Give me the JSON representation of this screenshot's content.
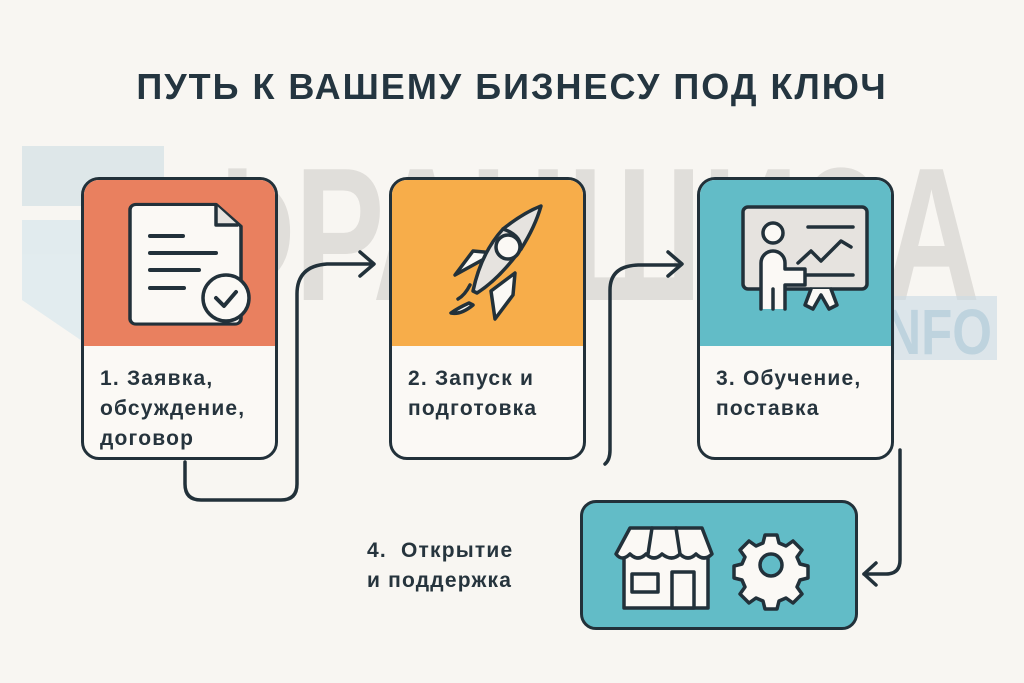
{
  "title": "ПУТЬ К ВАШЕМУ БИЗНЕСУ ПОД КЛЮЧ",
  "watermark": {
    "main": "ФРАНШИЗА",
    "sub": "INFO"
  },
  "steps": [
    {
      "number": "1",
      "label": "1. Заявка,\nобсуждение,\nдоговор",
      "lines": [
        "1. Заявка,",
        "обсуждение,",
        "договор"
      ],
      "icon": "document-check-icon",
      "color": "#e9805f"
    },
    {
      "number": "2",
      "label": "2. Запуск и подготовка",
      "lines": [
        "2. Запуск и",
        "подготовка"
      ],
      "icon": "rocket-icon",
      "color": "#f7ad4a"
    },
    {
      "number": "3",
      "label": "3. Обучение, поставка",
      "lines": [
        "3. Обучение,",
        "поставка"
      ],
      "icon": "presentation-training-icon",
      "color": "#62bcc7"
    },
    {
      "number": "4",
      "label": "4. Открытие и поддержка",
      "lines": [
        "4.  Открытие",
        "и поддержка"
      ],
      "icon": [
        "store-icon",
        "gear-icon"
      ],
      "color": "#62bcc7"
    }
  ],
  "colors": {
    "outline": "#22313a",
    "background": "#f8f6f2",
    "text": "#26343d"
  }
}
